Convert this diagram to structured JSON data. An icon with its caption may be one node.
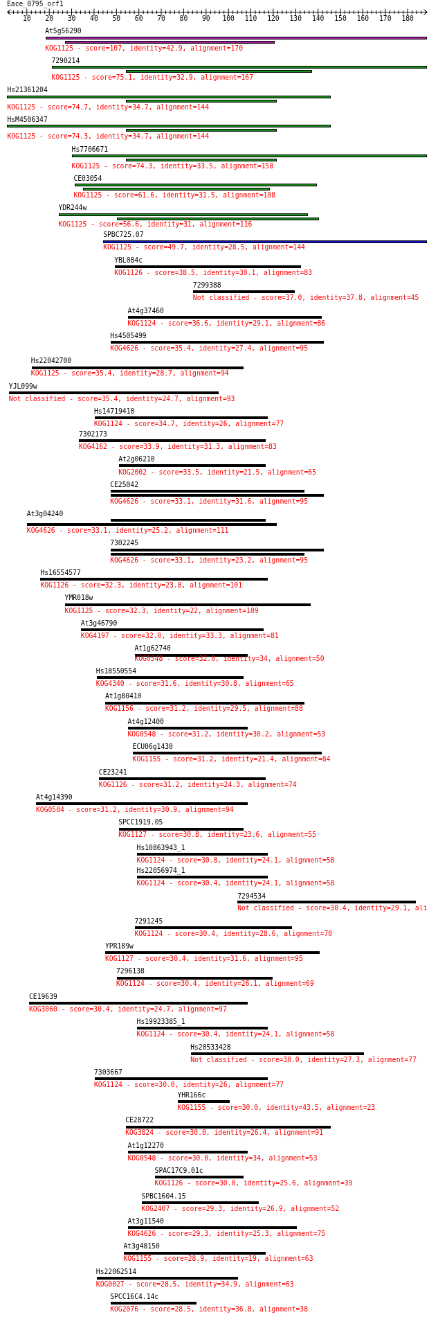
{
  "diagram": {
    "title": "Eace_0795_orf1",
    "nodes": [
      {
        "text": [
          "At5g56290",
          "KOG1125 - score=107, identity=42.9, alignment=170"
        ]
      },
      {
        "text": [
          "7290214",
          "KOG1125 - score=75.1, identity=32.9, alignment=167"
        ]
      },
      {
        "text": [
          "Hs21361204",
          "KOG1125 - score=74.7, identity=34.7, alignment=144"
        ]
      },
      {
        "text": [
          "HsM4506347",
          "KOG1125 - score=74.3, identity=34.7, alignment=144"
        ]
      },
      {
        "text": [
          "Hs7706671",
          "KOG1125 - score=74.3, identity=33.5, alignment=158"
        ]
      },
      {
        "text": [
          "CE03054",
          "KOG1125 - score=61.6, identity=31.5, alignment=108"
        ]
      },
      {
        "text": [
          "YDR244w",
          "KOG1125 - score=56.6, identity=31, alignment=116"
        ]
      },
      {
        "text": [
          "SPBC725.07",
          "KOG1125 - score=49.7, identity=28.5, alignment=144"
        ]
      },
      {
        "text": [
          "YBL084c",
          "KOG1126 - score=38.5, identity=30.1, alignment=83"
        ]
      },
      {
        "text": [
          "7299388",
          "Not classified - score=37.0, identity=37.8, alignment=45"
        ]
      },
      {
        "text": [
          "At4g37460",
          "KOG1124 - score=36.6, identity=29.1, alignment=86"
        ]
      },
      {
        "text": [
          "Hs4505499",
          "KOG4626 - score=35.4, identity=27.4, alignment=95"
        ]
      },
      {
        "text": [
          "Hs22042700",
          "KOG1125 - score=35.4, identity=28.7, alignment=94"
        ]
      },
      {
        "text": [
          "YJL099w",
          "Not classified - score=35.4, identity=24.7, alignment=93"
        ]
      },
      {
        "text": [
          "Hs14719410",
          "KOG1124 - score=34.7, identity=26, alignment=77"
        ]
      },
      {
        "text": [
          "7302173",
          "KOG4162 - score=33.9, identity=31.3, alignment=83"
        ]
      },
      {
        "text": [
          "At2g06210",
          "KOG2002 - score=33.5, identity=21.5, alignment=65"
        ]
      },
      {
        "text": [
          "CE25042",
          "KOG4626 - score=33.1, identity=31.6, alignment=95"
        ]
      },
      {
        "text": [
          "At3g04240",
          "KOG4626 - score=33.1, identity=25.2, alignment=111"
        ]
      },
      {
        "text": [
          "7302245",
          "KOG4626 - score=33.1, identity=23.2, alignment=95"
        ]
      },
      {
        "text": [
          "Hs16554577",
          "KOG1126 - score=32.3, identity=23.8, alignment=101"
        ]
      },
      {
        "text": [
          "YMR018w",
          "KOG1125 - score=32.3, identity=22, alignment=109"
        ]
      },
      {
        "text": [
          "At3g46790",
          "KOG4197 - score=32.0, identity=33.3, alignment=81"
        ]
      },
      {
        "text": [
          "At1g62740",
          "KOG0548 - score=32.0, identity=34, alignment=50"
        ]
      },
      {
        "text": [
          "Hs18550554",
          "KOG4340 - score=31.6, identity=30.8, alignment=65"
        ]
      },
      {
        "text": [
          "At1g80410",
          "KOG1156 - score=31.2, identity=29.5, alignment=88"
        ]
      },
      {
        "text": [
          "At4g12400",
          "KOG0548 - score=31.2, identity=30.2, alignment=53"
        ]
      },
      {
        "text": [
          "ECU06g1430",
          "KOG1155 - score=31.2, identity=21.4, alignment=84"
        ]
      },
      {
        "text": [
          "CE23241",
          "KOG1126 - score=31.2, identity=24.3, alignment=74"
        ]
      },
      {
        "text": [
          "At4g14390",
          "KOG0504 - score=31.2, identity=30.9, alignment=94"
        ]
      },
      {
        "text": [
          "SPCC1919.05",
          "KOG1127 - score=30.8, identity=23.6, alignment=55"
        ]
      },
      {
        "text": [
          "Hs10863943_1",
          "KOG1124 - score=30.8, identity=24.1, alignment=58"
        ]
      },
      {
        "text": [
          "Hs22056974_1",
          "KOG1124 - score=30.4, identity=24.1, alignment=58"
        ]
      },
      {
        "text": [
          "7294534",
          "Not classified - score=30.4, identity=29.1, ali"
        ]
      },
      {
        "text": [
          "7291245",
          "KOG1124 - score=30.4, identity=28.6, alignment=70"
        ]
      },
      {
        "text": [
          "YPR189w",
          "KOG1127 - score=30.4, identity=31.6, alignment=95"
        ]
      },
      {
        "text": [
          "7296138",
          "KOG1124 - score=30.4, identity=26.1, alignment=69"
        ]
      },
      {
        "text": [
          "CE19639",
          "KOG3060 - score=30.4, identity=24.7, alignment=97"
        ]
      },
      {
        "text": [
          "Hs19923385_1",
          "KOG1124 - score=30.4, identity=24.1, alignment=58"
        ]
      },
      {
        "text": [
          "Hs20533428",
          "Not classified - score=30.0, identity=27.3, alignment=77"
        ]
      },
      {
        "text": [
          "7303667",
          "KOG1124 - score=30.0, identity=26, alignment=77"
        ]
      },
      {
        "text": [
          "YHR166c",
          "KOG1155 - score=30.0, identity=43.5, alignment=23"
        ]
      },
      {
        "text": [
          "CE28722",
          "KOG3824 - score=30.0, identity=26.4, alignment=91"
        ]
      },
      {
        "text": [
          "At1g12270",
          "KOG0548 - score=30.0, identity=34, alignment=53"
        ]
      },
      {
        "text": [
          "SPAC17C9.01c",
          "KOG1126 - score=30.0, identity=25.6, alignment=39"
        ]
      },
      {
        "text": [
          "SPBC1604.15",
          "KOG2407 - score=29.3, identity=26.9, alignment=52"
        ]
      },
      {
        "text": [
          "At3g11540",
          "KOG4626 - score=29.3, identity=25.3, alignment=75"
        ]
      },
      {
        "text": [
          "At3g48150",
          "KOG1155 - score=28.9, identity=19, alignment=63"
        ]
      },
      {
        "text": [
          "Hs22062514",
          "KOG0027 - score=28.5, identity=34.9, alignment=63"
        ]
      },
      {
        "text": [
          "SPCC16C4.14c",
          "KOG2076 - score=28.5, identity=36.8, alignment=38"
        ]
      }
    ],
    "labels": [
      "10",
      "20",
      "30",
      "40",
      "50",
      "60",
      "70",
      "80",
      "90",
      "100",
      "110",
      "120",
      "130",
      "140",
      "150",
      "160",
      "170",
      "180"
    ]
  }
}
